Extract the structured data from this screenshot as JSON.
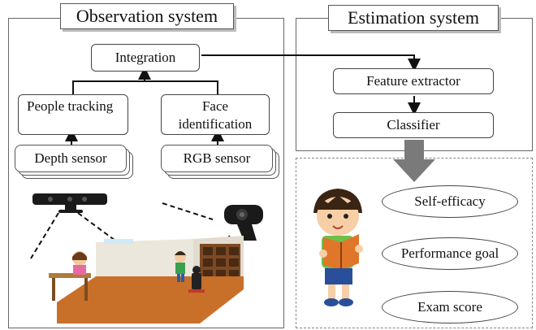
{
  "observation": {
    "title": "Observation system",
    "integration": "Integration",
    "people_tracking": "People tracking",
    "face_identification": "Face identification",
    "depth_sensor": "Depth sensor",
    "rgb_sensor": "RGB sensor"
  },
  "estimation": {
    "title": "Estimation system",
    "feature_extractor": "Feature extractor",
    "classifier": "Classifier"
  },
  "outputs": [
    "Self-efficacy",
    "Performance goal",
    "Exam score"
  ],
  "colors": {
    "arrow_gray": "#7a7a7a",
    "floor": "#c8702a",
    "wall": "#ece7dc"
  }
}
